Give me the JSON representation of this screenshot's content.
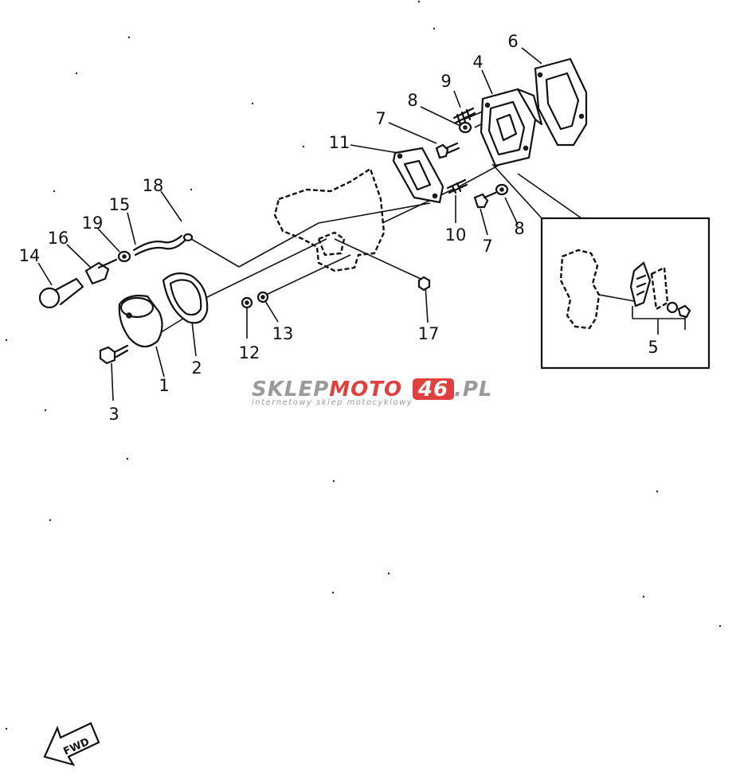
{
  "callouts": [
    {
      "id": "c1",
      "text": "1"
    },
    {
      "id": "c2",
      "text": "2"
    },
    {
      "id": "c3",
      "text": "3"
    },
    {
      "id": "c4",
      "text": "4"
    },
    {
      "id": "c5",
      "text": "5"
    },
    {
      "id": "c6",
      "text": "6"
    },
    {
      "id": "c7a",
      "text": "7"
    },
    {
      "id": "c7b",
      "text": "7"
    },
    {
      "id": "c8a",
      "text": "8"
    },
    {
      "id": "c8b",
      "text": "8"
    },
    {
      "id": "c9",
      "text": "9"
    },
    {
      "id": "c10",
      "text": "10"
    },
    {
      "id": "c11",
      "text": "11"
    },
    {
      "id": "c12",
      "text": "12"
    },
    {
      "id": "c13",
      "text": "13"
    },
    {
      "id": "c14",
      "text": "14"
    },
    {
      "id": "c15",
      "text": "15"
    },
    {
      "id": "c16",
      "text": "16"
    },
    {
      "id": "c17",
      "text": "17"
    },
    {
      "id": "c18",
      "text": "18"
    },
    {
      "id": "c19",
      "text": "19"
    }
  ],
  "watermark": {
    "brand_grey_1": "SKLEP",
    "brand_red": "MOTO",
    "brand_badge": "46",
    "brand_grey_2": ".PL",
    "tagline": "internetowy sklep motocyklowy",
    "grey_color": "#9a9a9a",
    "red_color": "#e0413f"
  },
  "fwd_label": "FWD"
}
